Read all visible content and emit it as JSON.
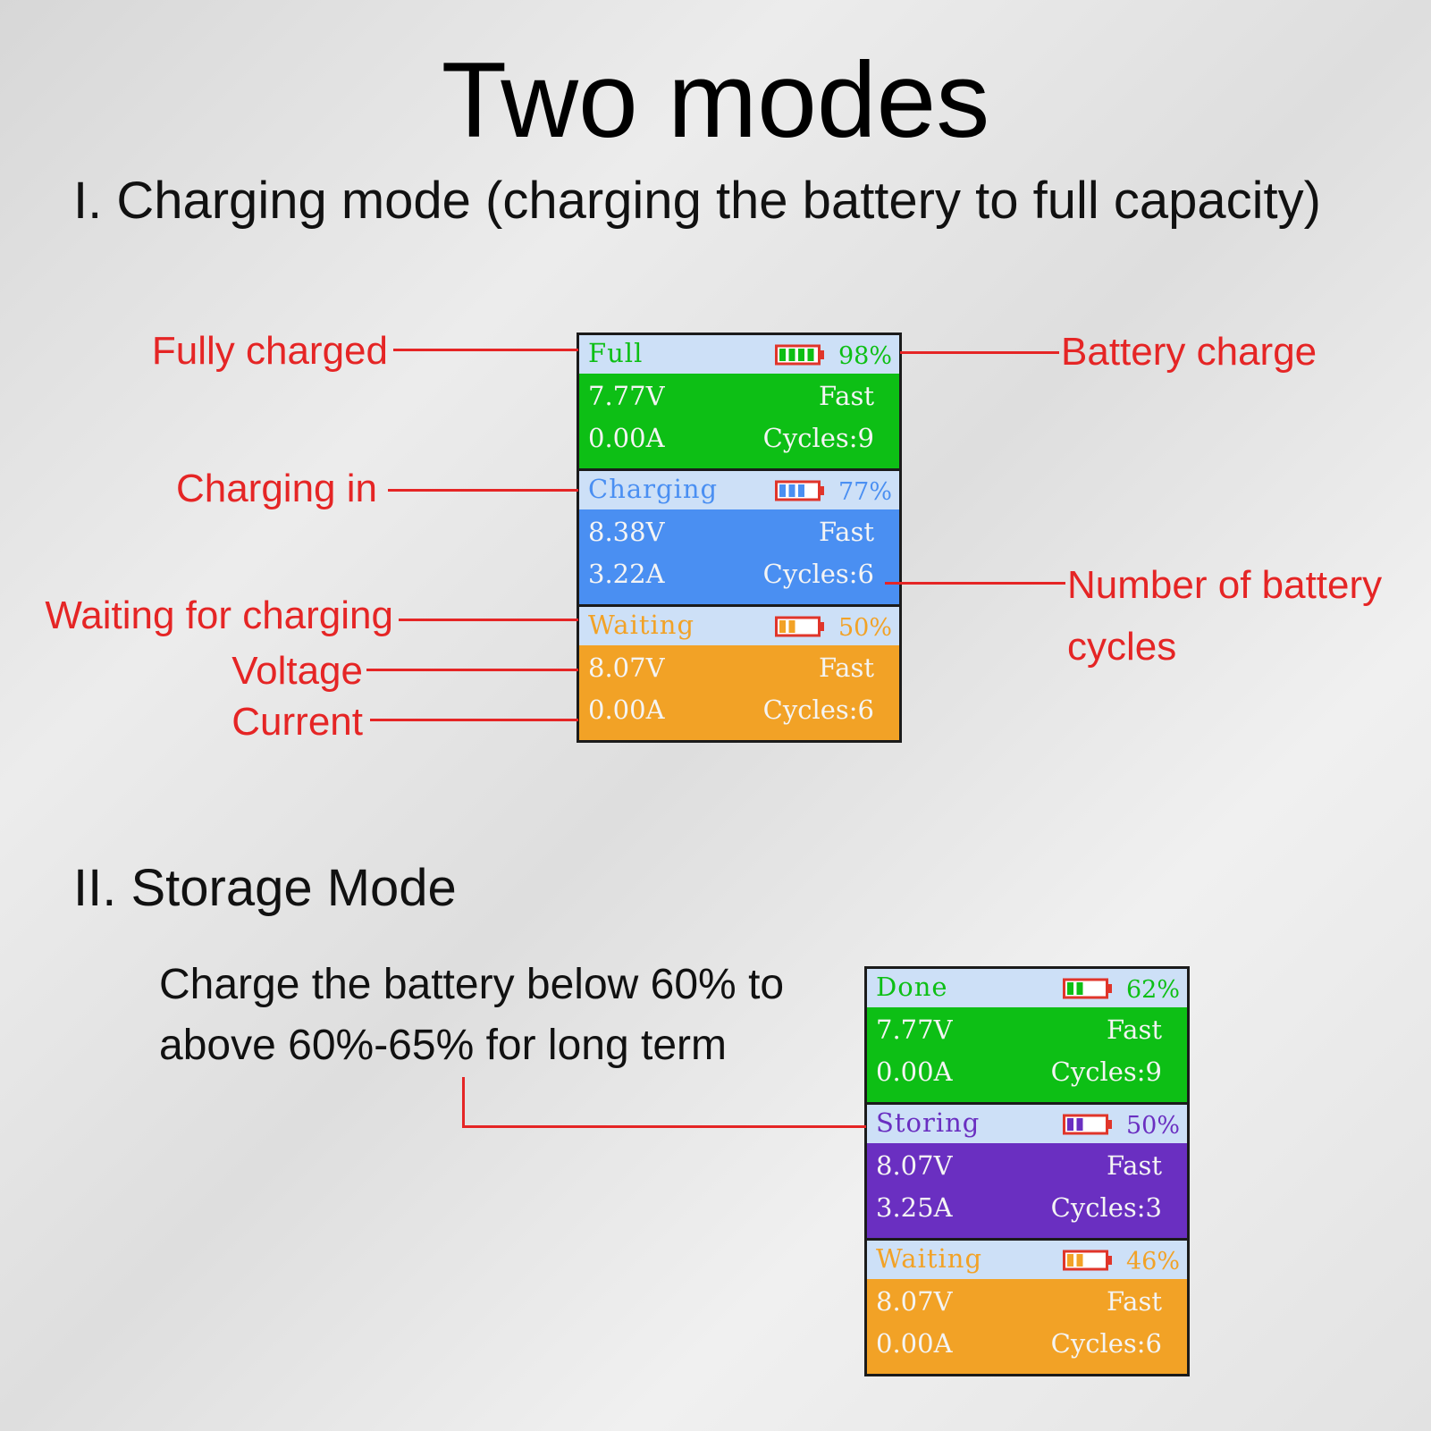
{
  "title": "Two modes",
  "section1": {
    "heading": "I. Charging mode (charging the battery to full capacity)"
  },
  "section2": {
    "heading": "II. Storage Mode",
    "description_line1": "Charge the battery below 60% to",
    "description_line2": "above 60%-65% for long term"
  },
  "callouts": {
    "fully_charged": "Fully charged",
    "charging_in": "Charging in",
    "waiting": "Waiting for charging",
    "voltage": "Voltage",
    "current": "Current",
    "battery_charge": "Battery charge",
    "cycles_line1": "Number of battery",
    "cycles_line2": "cycles"
  },
  "colors": {
    "callout": "#e52525",
    "header_bg": "#cde0f7",
    "green": "#0dbf15",
    "blue": "#4a8ff2",
    "orange": "#f2a226",
    "purple": "#6a2fc1",
    "battery_red": "#e0352a"
  },
  "charging_panel": [
    {
      "state": "Full",
      "percent": "98%",
      "battery_level": 0.98,
      "color_key": "green",
      "voltage": "7.77V",
      "speed": "Fast",
      "current": "0.00A",
      "cycles": "Cycles:9"
    },
    {
      "state": "Charging",
      "percent": "77%",
      "battery_level": 0.77,
      "color_key": "blue",
      "voltage": "8.38V",
      "speed": "Fast",
      "current": "3.22A",
      "cycles": "Cycles:6"
    },
    {
      "state": "Waiting",
      "percent": "50%",
      "battery_level": 0.5,
      "color_key": "orange",
      "voltage": "8.07V",
      "speed": "Fast",
      "current": "0.00A",
      "cycles": "Cycles:6"
    }
  ],
  "storage_panel": [
    {
      "state": "Done",
      "percent": "62%",
      "battery_level": 0.62,
      "color_key": "green",
      "voltage": "7.77V",
      "speed": "Fast",
      "current": "0.00A",
      "cycles": "Cycles:9"
    },
    {
      "state": "Storing",
      "percent": "50%",
      "battery_level": 0.5,
      "color_key": "purple",
      "voltage": "8.07V",
      "speed": "Fast",
      "current": "3.25A",
      "cycles": "Cycles:3"
    },
    {
      "state": "Waiting",
      "percent": "46%",
      "battery_level": 0.46,
      "color_key": "orange",
      "voltage": "8.07V",
      "speed": "Fast",
      "current": "0.00A",
      "cycles": "Cycles:6"
    }
  ]
}
